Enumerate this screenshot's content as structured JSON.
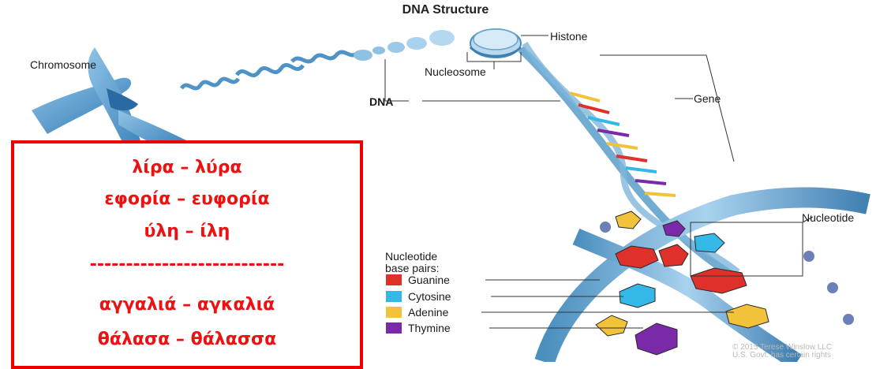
{
  "title": "DNA Structure",
  "labels": {
    "chromosome": "Chromosome",
    "histone": "Histone",
    "nucleosome": "Nucleosome",
    "dna": "DNA",
    "gene": "Gene",
    "nucleotide": "Nucleotide"
  },
  "legend": {
    "title_line1": "Nucleotide",
    "title_line2": "base pairs:",
    "items": [
      {
        "label": "Guanine",
        "color": "#e0302a"
      },
      {
        "label": "Cytosine",
        "color": "#33b8e8"
      },
      {
        "label": "Adenine",
        "color": "#f2c23a"
      },
      {
        "label": "Thymine",
        "color": "#7a2aa8"
      }
    ]
  },
  "copyright": {
    "line1": "© 2015 Terese Winslow LLC",
    "line2": "U.S. Govt. has certain rights"
  },
  "word_pairs": [
    "λίρα – λύρα",
    "εφορία – ευφορία",
    "ύλη – ίλη",
    "---------------------------",
    "αγγαλιά – αγκαλιά",
    "θάλασα – θάλασσα"
  ],
  "colors": {
    "box_border": "#ee0000",
    "box_text": "#ee1111",
    "dna_blue": "#5a9ec9",
    "dna_light": "#b9d9ee"
  }
}
